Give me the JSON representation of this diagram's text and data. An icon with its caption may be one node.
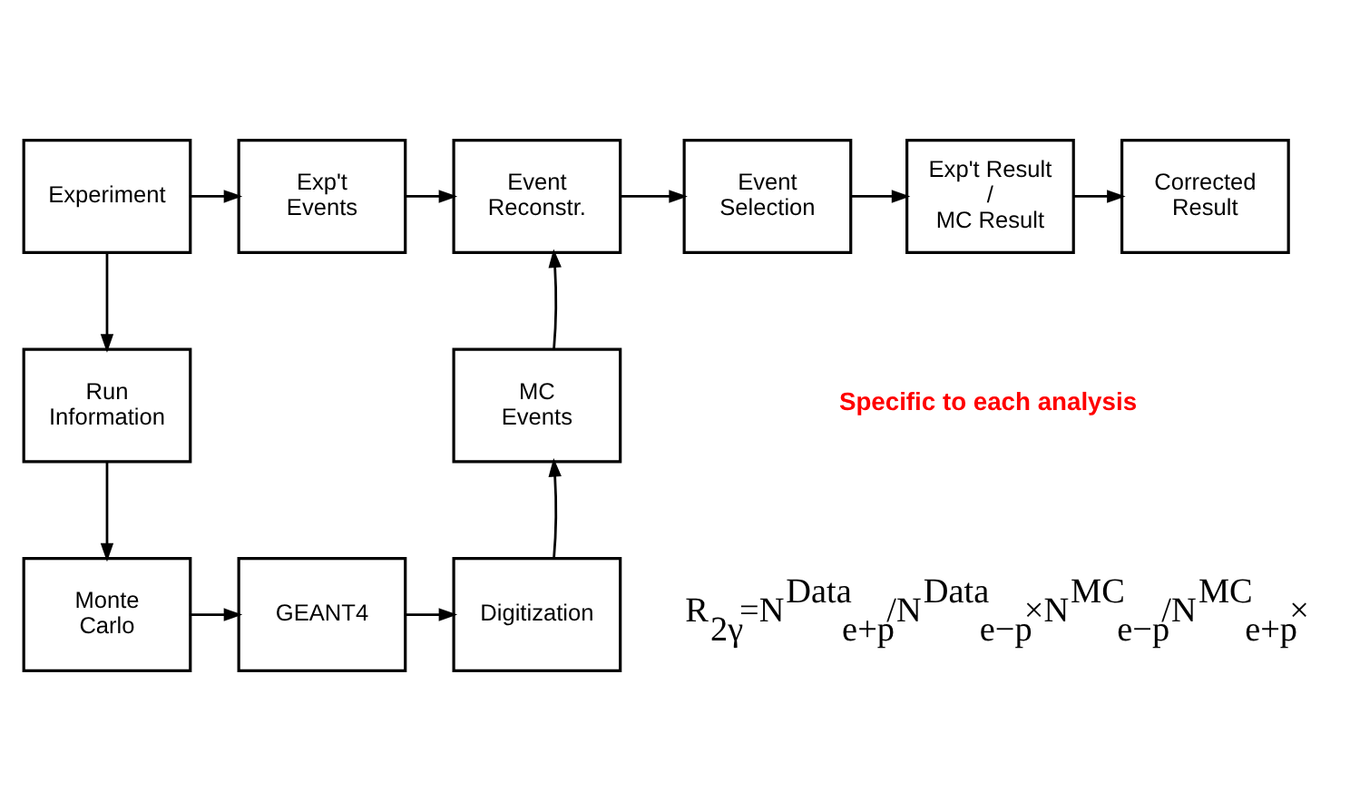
{
  "diagram": {
    "nodes": [
      {
        "text": [
          "Experiment"
        ]
      },
      {
        "text": [
          "Exp't Events"
        ]
      },
      {
        "text": [
          "Event Reconstr."
        ]
      },
      {
        "text": [
          "Event Selection"
        ]
      },
      {
        "text": [
          "Exp't Result / MC Result"
        ]
      },
      {
        "text": [
          "Corrected Result"
        ]
      },
      {
        "text": [
          "Run Information"
        ]
      },
      {
        "text": [
          "MC Events"
        ]
      },
      {
        "text": [
          "Monte Carlo"
        ]
      },
      {
        "text": [
          "GEANT4"
        ]
      },
      {
        "text": [
          "Digitization"
        ]
      }
    ],
    "edges": [
      {
        "from": 0,
        "to": 1,
        "arrow": "to"
      },
      {
        "from": 1,
        "to": 2,
        "arrow": "to"
      },
      {
        "from": 2,
        "to": 3,
        "arrow": "to"
      },
      {
        "from": 3,
        "to": 4,
        "arrow": "to"
      },
      {
        "from": 4,
        "to": 5,
        "arrow": "to"
      },
      {
        "from": 0,
        "to": 6,
        "arrow": "to"
      },
      {
        "from": 6,
        "to": 8,
        "arrow": "to"
      },
      {
        "from": 8,
        "to": 9,
        "arrow": "to"
      },
      {
        "from": 9,
        "to": 10,
        "arrow": "to"
      },
      {
        "from": 10,
        "to": 7,
        "arrow": "to"
      },
      {
        "from": 7,
        "to": 2,
        "arrow": "to"
      }
    ],
    "labels": [
      "Specific to each analysis",
      "R$_{2γ}$=N$^{Data}$$_{e+p}$/N$^{Data}$$_{e−p}$×N$^{MC}$$_{e−p}$/N$^{MC}$$_{e+p}$×"
    ]
  }
}
